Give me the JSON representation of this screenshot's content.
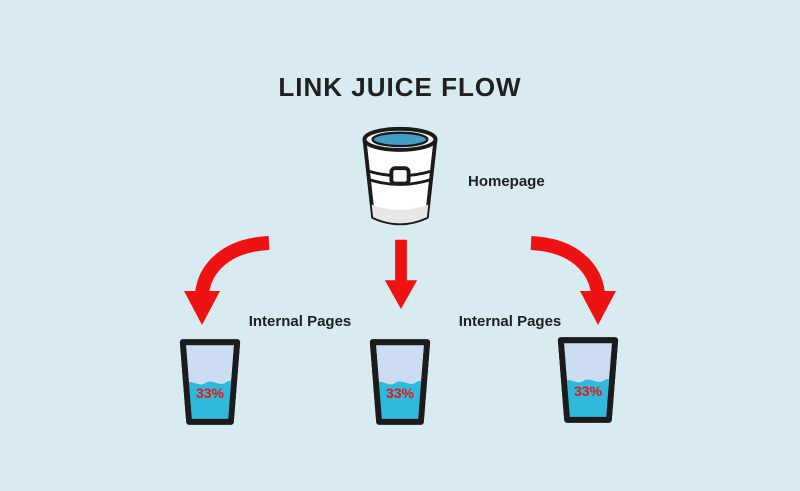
{
  "title": "LINK JUICE FLOW",
  "homepage_label": "Homepage",
  "internal_pages": {
    "left": "Internal Pages",
    "right": "Internal Pages"
  },
  "glasses": [
    {
      "percent": "33%"
    },
    {
      "percent": "33%"
    },
    {
      "percent": "33%"
    }
  ],
  "icons": {
    "bucket": "bucket-of-link-juice",
    "arrows": [
      "left-curved-arrow",
      "down-arrow",
      "right-curved-arrow"
    ]
  },
  "colors": {
    "bg": "#d7ebf0",
    "ink": "#1b1b1b",
    "red": "#ee1312",
    "cyan": "#30b9da",
    "glass_light": "#ccdcf2",
    "bucket_liquid": "#419fc2",
    "text": "#202020"
  }
}
